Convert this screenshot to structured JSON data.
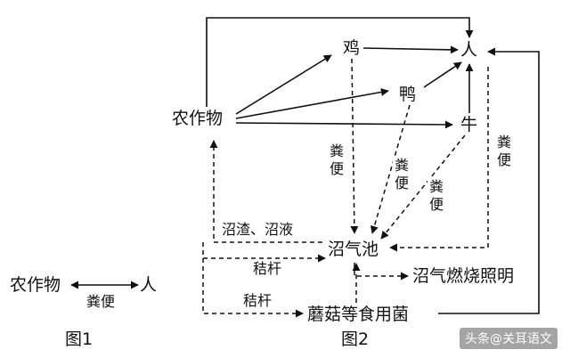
{
  "figure1": {
    "left_node": "农作物",
    "right_node": "人",
    "edge_label": "粪便",
    "caption": "图1"
  },
  "figure2": {
    "nodes": {
      "crops": "农作物",
      "chicken": "鸡",
      "duck": "鸭",
      "cattle": "牛",
      "human": "人",
      "biogas_pool": "沼气池",
      "mushroom": "蘑菇等食用菌",
      "biogas_light": "沼气燃烧照明"
    },
    "edge_labels": {
      "manure_chicken": "粪便",
      "manure_duck": "粪便",
      "manure_cattle": "粪便",
      "manure_human": "粪便",
      "residue": "沼渣、沼液",
      "straw_to_pool": "秸杆",
      "straw_to_mushroom": "秸杆"
    },
    "caption": "图2"
  },
  "watermark": "头条@关耳语文"
}
